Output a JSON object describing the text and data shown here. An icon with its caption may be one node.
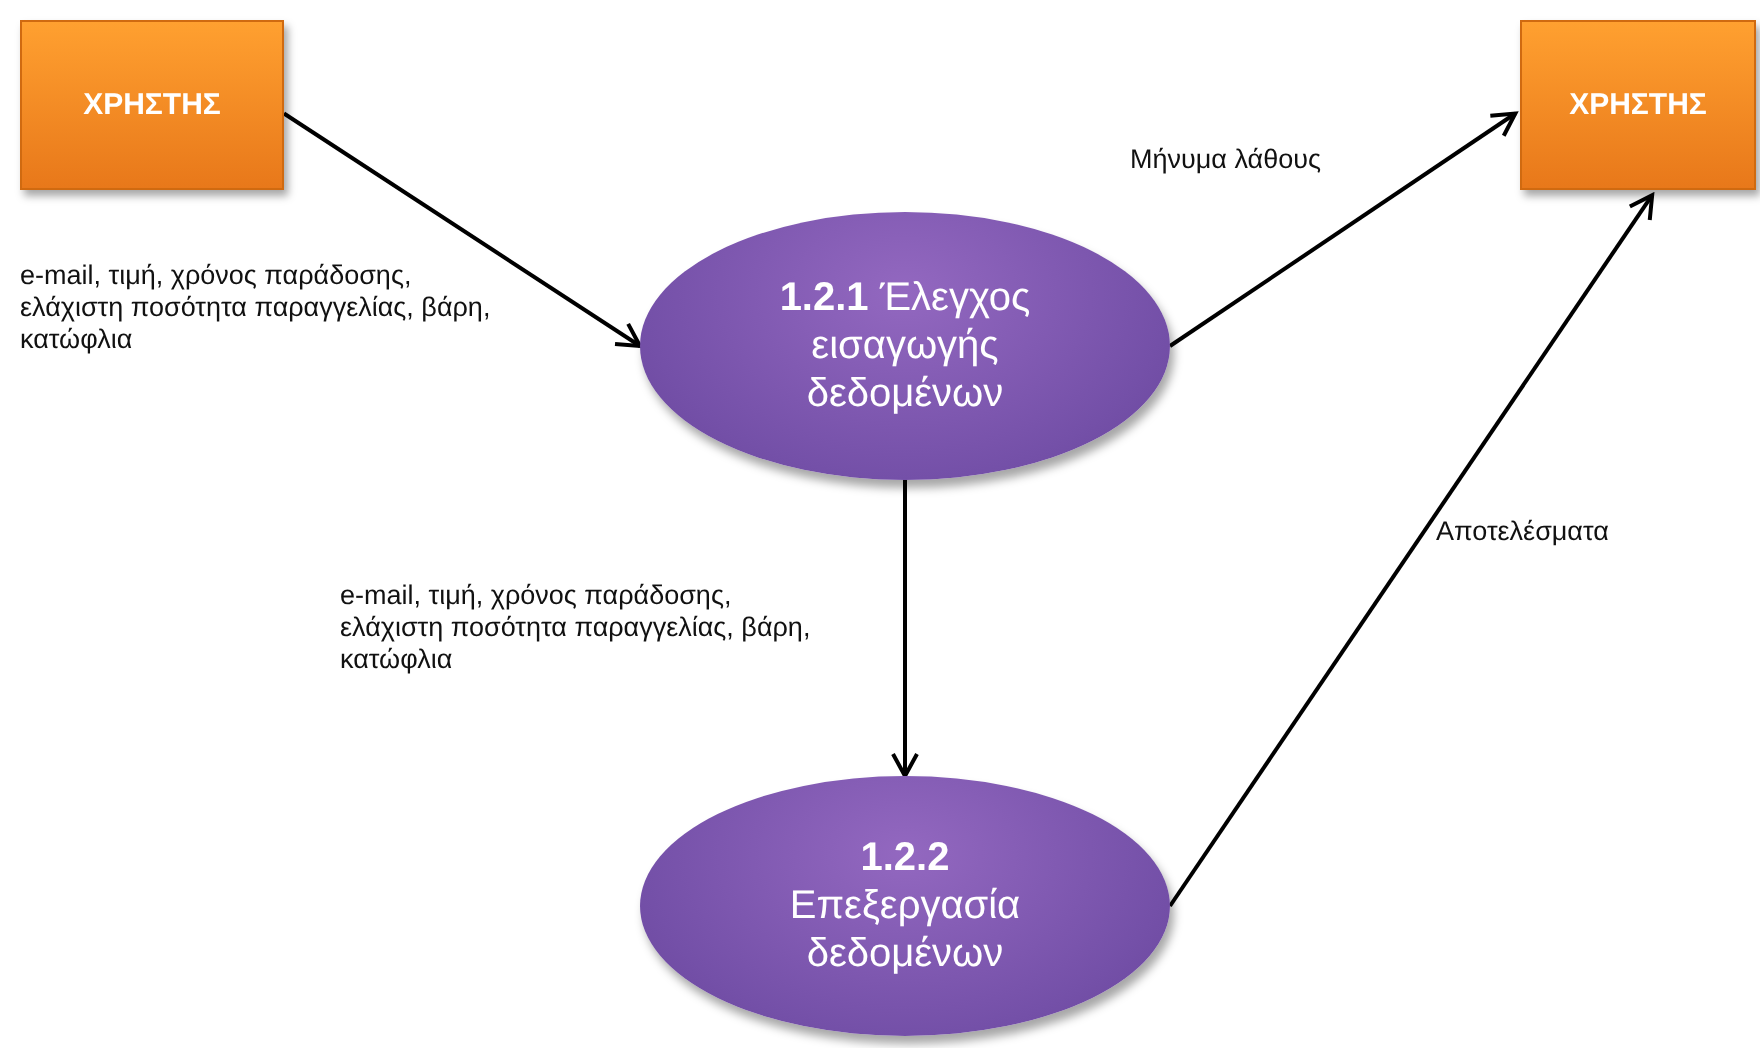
{
  "diagram": {
    "nodes": [
      {
        "text": [
          "ΧΡΗΣΤΗΣ"
        ]
      },
      {
        "text": [
          "**1.2.1** Έλεγχος εισαγωγής δεδομένων"
        ]
      },
      {
        "text": [
          "ΧΡΗΣΤΗΣ"
        ]
      },
      {
        "text": [
          "1.2.2",
          "Επεξεργασία δεδομένων"
        ]
      }
    ],
    "edges": [
      {
        "from": 0,
        "to": 1,
        "arrow": "to",
        "label": "e-mail, τιμή, χρόνος παράδοσης, ελάχιστη ποσότητα παραγγελίας, βάρη, κατώφλια"
      },
      {
        "from": 1,
        "to": 2,
        "arrow": "to",
        "label": "Μήνυμα λάθους"
      },
      {
        "from": 1,
        "to": 3,
        "arrow": "to",
        "label": "e-mail, τιμή, χρόνος παράδοσης, ελάχιστη ποσότητα παραγγελίας, βάρη, κατώφλια"
      },
      {
        "from": 3,
        "to": 2,
        "arrow": "to",
        "label": "Αποτελέσματα"
      }
    ]
  }
}
